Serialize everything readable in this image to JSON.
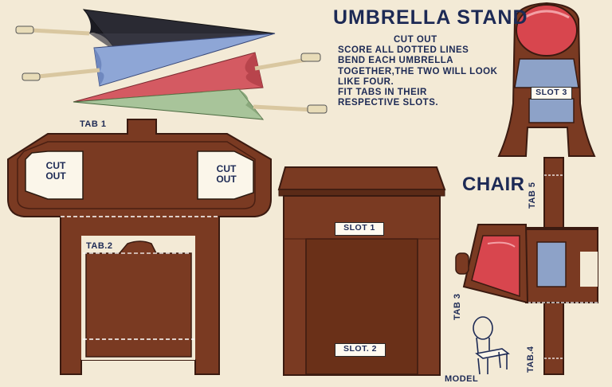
{
  "title": "UMBRELLA STAND",
  "instructions": {
    "heading": "CUT OUT",
    "lines": [
      "SCORE ALL DOTTED LINES",
      "BEND EACH UMBRELLA",
      "TOGETHER,THE TWO WILL LOOK",
      "LIKE FOUR.",
      "FIT TABS IN THEIR",
      "RESPECTIVE SLOTS."
    ]
  },
  "chair_title": "CHAIR",
  "labels": {
    "tab1": "TAB 1",
    "tab2": "TAB.2",
    "tab3": "TAB 3",
    "tab4": "TAB.4",
    "tab5": "TAB 5",
    "cut_out": "CUT OUT",
    "slot1": "SLOT 1",
    "slot2": "SLOT. 2",
    "slot3": "SLOT 3",
    "model": "MODEL"
  },
  "colors": {
    "background": "#f3ead6",
    "wood": "#7a3a22",
    "wood_dark": "#5a2a17",
    "ink": "#1d2a55",
    "cushion": "#d8464e",
    "chair_back": "#8da2c8",
    "umbrella_black": "#2a2a33",
    "umbrella_blue": "#8ea6d6",
    "umbrella_red": "#d45a62",
    "umbrella_green": "#a8c49a"
  }
}
